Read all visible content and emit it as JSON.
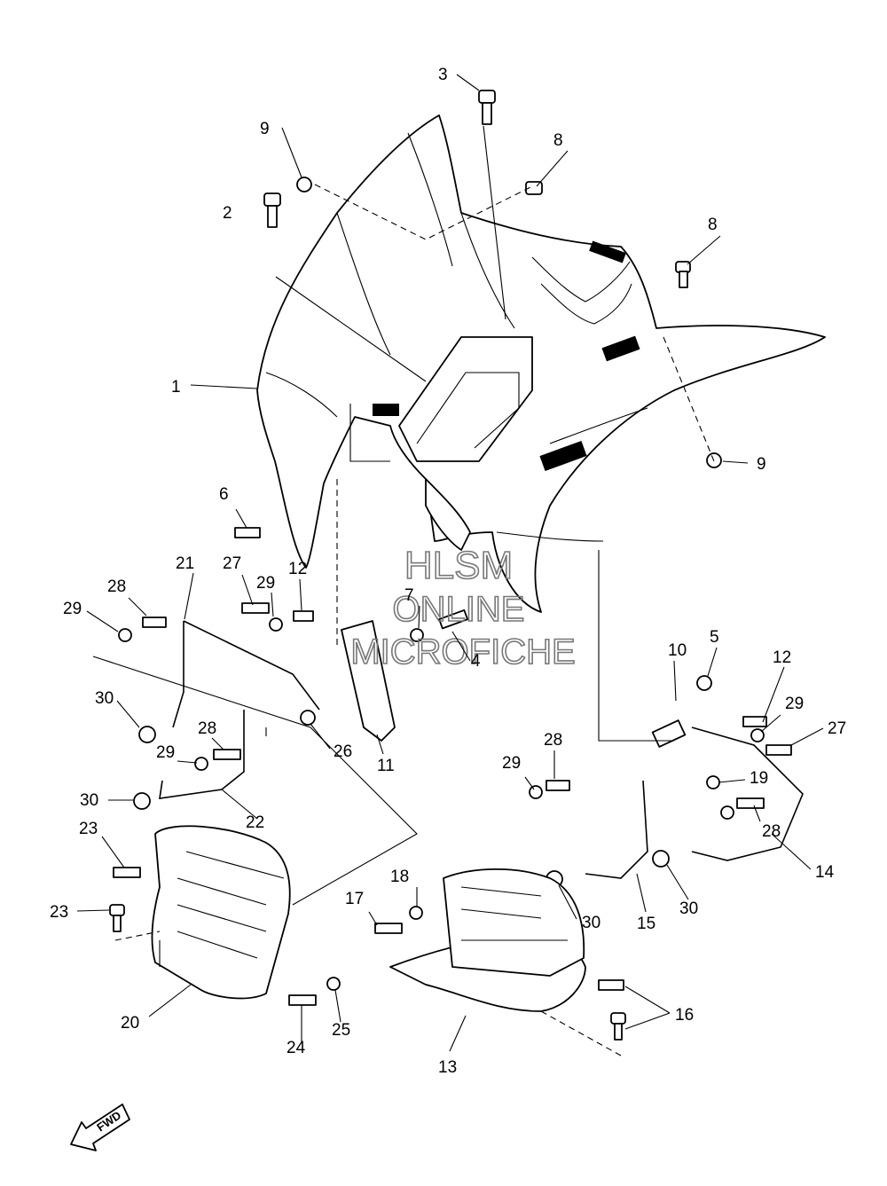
{
  "watermark": {
    "line1": "HLSM",
    "line2": "ONLINE",
    "line3": "MICROFICHE"
  },
  "direction_label": "FWD",
  "callouts": [
    "1",
    "2",
    "3",
    "4",
    "5",
    "6",
    "7",
    "8",
    "8",
    "9",
    "9",
    "10",
    "11",
    "12",
    "12",
    "13",
    "14",
    "15",
    "16",
    "17",
    "18",
    "19",
    "20",
    "21",
    "22",
    "23",
    "23",
    "24",
    "25",
    "26",
    "27",
    "27",
    "28",
    "28",
    "28",
    "28",
    "29",
    "29",
    "29",
    "29",
    "29",
    "30",
    "30",
    "30",
    "30"
  ]
}
